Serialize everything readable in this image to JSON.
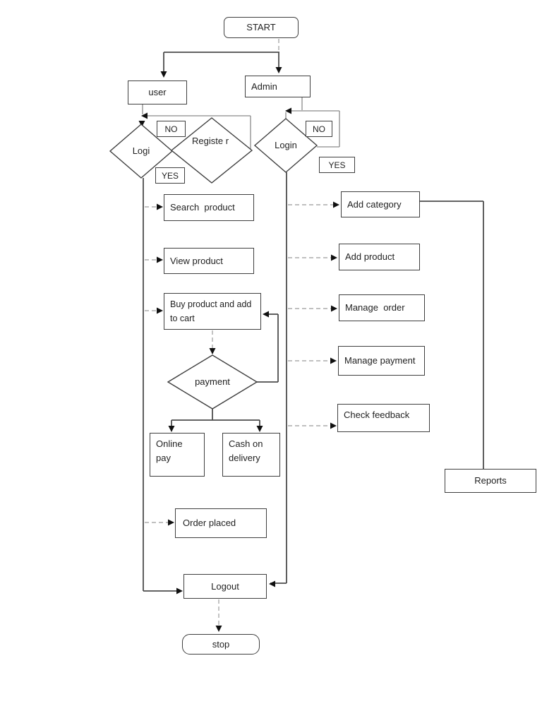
{
  "diagram": {
    "type": "flowchart",
    "nodes": {
      "start": "START",
      "user": "user",
      "admin": "Admin",
      "login_user": "Logi",
      "register": "Registe r",
      "login_admin": "Login",
      "no_user": "NO",
      "yes_user": "YES",
      "no_admin": "NO",
      "yes_admin": "YES",
      "search_product": "Search  product",
      "view_product": "View product",
      "buy_product": "Buy product and add to cart",
      "payment": "payment",
      "online_pay": "Online pay",
      "cash_on_delivery": "Cash on delivery",
      "order_placed": "Order placed",
      "logout": "Logout",
      "stop": "stop",
      "add_category": "Add category",
      "add_product": "Add product",
      "manage_order": "Manage  order",
      "manage_payment": "Manage payment",
      "check_feedback": "Check feedback",
      "reports": "Reports"
    },
    "edges": [
      {
        "from": "start",
        "to": "user"
      },
      {
        "from": "start",
        "to": "admin"
      },
      {
        "from": "user",
        "to": "login_user"
      },
      {
        "from": "register",
        "to": "login_user",
        "label": "NO"
      },
      {
        "from": "login_user",
        "to": "user_actions_trunk",
        "label": "YES"
      },
      {
        "from": "admin",
        "to": "login_admin"
      },
      {
        "from": "login_admin",
        "to": "login_admin",
        "label": "NO"
      },
      {
        "from": "login_admin",
        "to": "admin_actions_trunk",
        "label": "YES"
      },
      {
        "from": "user_trunk",
        "to": "search_product"
      },
      {
        "from": "user_trunk",
        "to": "view_product"
      },
      {
        "from": "user_trunk",
        "to": "buy_product"
      },
      {
        "from": "buy_product",
        "to": "payment"
      },
      {
        "from": "payment",
        "to": "buy_product",
        "note": "loop back"
      },
      {
        "from": "payment",
        "to": "online_pay"
      },
      {
        "from": "payment",
        "to": "cash_on_delivery"
      },
      {
        "from": "user_trunk",
        "to": "order_placed"
      },
      {
        "from": "user_trunk",
        "to": "logout"
      },
      {
        "from": "admin_trunk",
        "to": "add_category"
      },
      {
        "from": "admin_trunk",
        "to": "add_product"
      },
      {
        "from": "admin_trunk",
        "to": "manage_order"
      },
      {
        "from": "admin_trunk",
        "to": "manage_payment"
      },
      {
        "from": "admin_trunk",
        "to": "check_feedback"
      },
      {
        "from": "add_category",
        "to": "reports"
      },
      {
        "from": "admin_trunk",
        "to": "logout"
      },
      {
        "from": "logout",
        "to": "stop"
      }
    ],
    "colors": {
      "background": "#ffffff",
      "box_border": "#3f3f3f",
      "line_dark": "#4d4d4d",
      "line_mid": "#666666",
      "line_light": "#8a8a8a",
      "line_dashed": "#9b9b9b",
      "arrowhead": "#101010",
      "text": "#1f1f1f"
    }
  }
}
